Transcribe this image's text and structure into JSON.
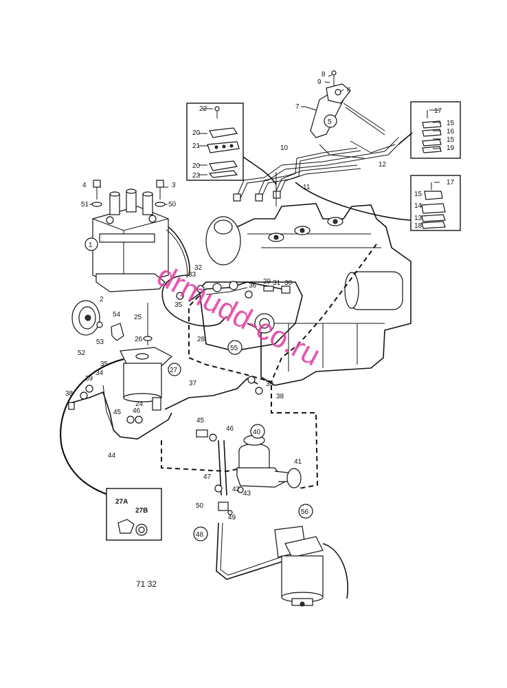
{
  "callouts": {
    "c1": "1",
    "c2": "2",
    "c3": "3",
    "c4": "4",
    "c5": "5",
    "c6": "6",
    "c7": "7",
    "c8": "8",
    "c9": "9",
    "c10": "10",
    "c11": "11",
    "c12": "12",
    "c13": "13",
    "c14": "14",
    "c15a": "15",
    "c15b": "15",
    "c15c": "15",
    "c16": "16",
    "c17a": "17",
    "c17b": "17",
    "c18": "18",
    "c19": "19",
    "c20a": "20",
    "c20b": "20",
    "c21": "21",
    "c22": "22",
    "c23": "23",
    "c24": "24",
    "c25": "25",
    "c26": "26",
    "c27": "27",
    "c28": "28",
    "c29": "29",
    "c30": "30",
    "c31": "31",
    "c32": "32",
    "c33": "33",
    "c34": "34",
    "c35a": "35",
    "c35b": "35",
    "c36": "36",
    "c37": "37",
    "c38a": "38",
    "c38b": "38",
    "c39a": "39",
    "c39b": "39",
    "c40": "40",
    "c41": "41",
    "c42": "42",
    "c43": "43",
    "c44": "44",
    "c45a": "45",
    "c45b": "45",
    "c46a": "46",
    "c46b": "46",
    "c47": "47",
    "c48": "48",
    "c49": "49",
    "c50a": "50",
    "c50b": "50",
    "c51": "51",
    "c52": "52",
    "c53": "53",
    "c54": "54",
    "c55": "55",
    "c56": "56",
    "c27A": "27A",
    "c27B": "27B"
  },
  "figure_code": "71 32",
  "watermark": "drmudd-co.ru"
}
